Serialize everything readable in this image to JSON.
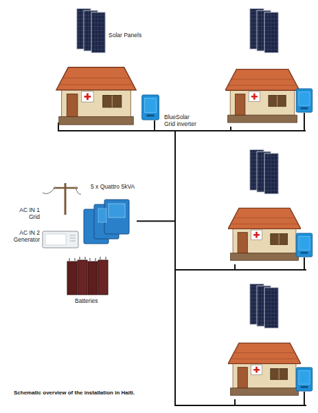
{
  "diagram": {
    "caption": "Schematic overview of the installation in Haiti.",
    "nodes": [
      {
        "text": [
          "Solar Panels"
        ]
      },
      {
        "text": [
          "BlueSolar Grid inverter"
        ]
      },
      {
        "text": [
          "5 x Quattro 5kVA"
        ]
      },
      {
        "text": [
          "AC IN 1 Grid"
        ]
      },
      {
        "text": [
          "AC IN 2 Generator"
        ]
      },
      {
        "text": [
          "Batteries"
        ]
      }
    ],
    "edges": [
      {
        "from": 2,
        "to": 1,
        "arrow": "none"
      }
    ]
  }
}
